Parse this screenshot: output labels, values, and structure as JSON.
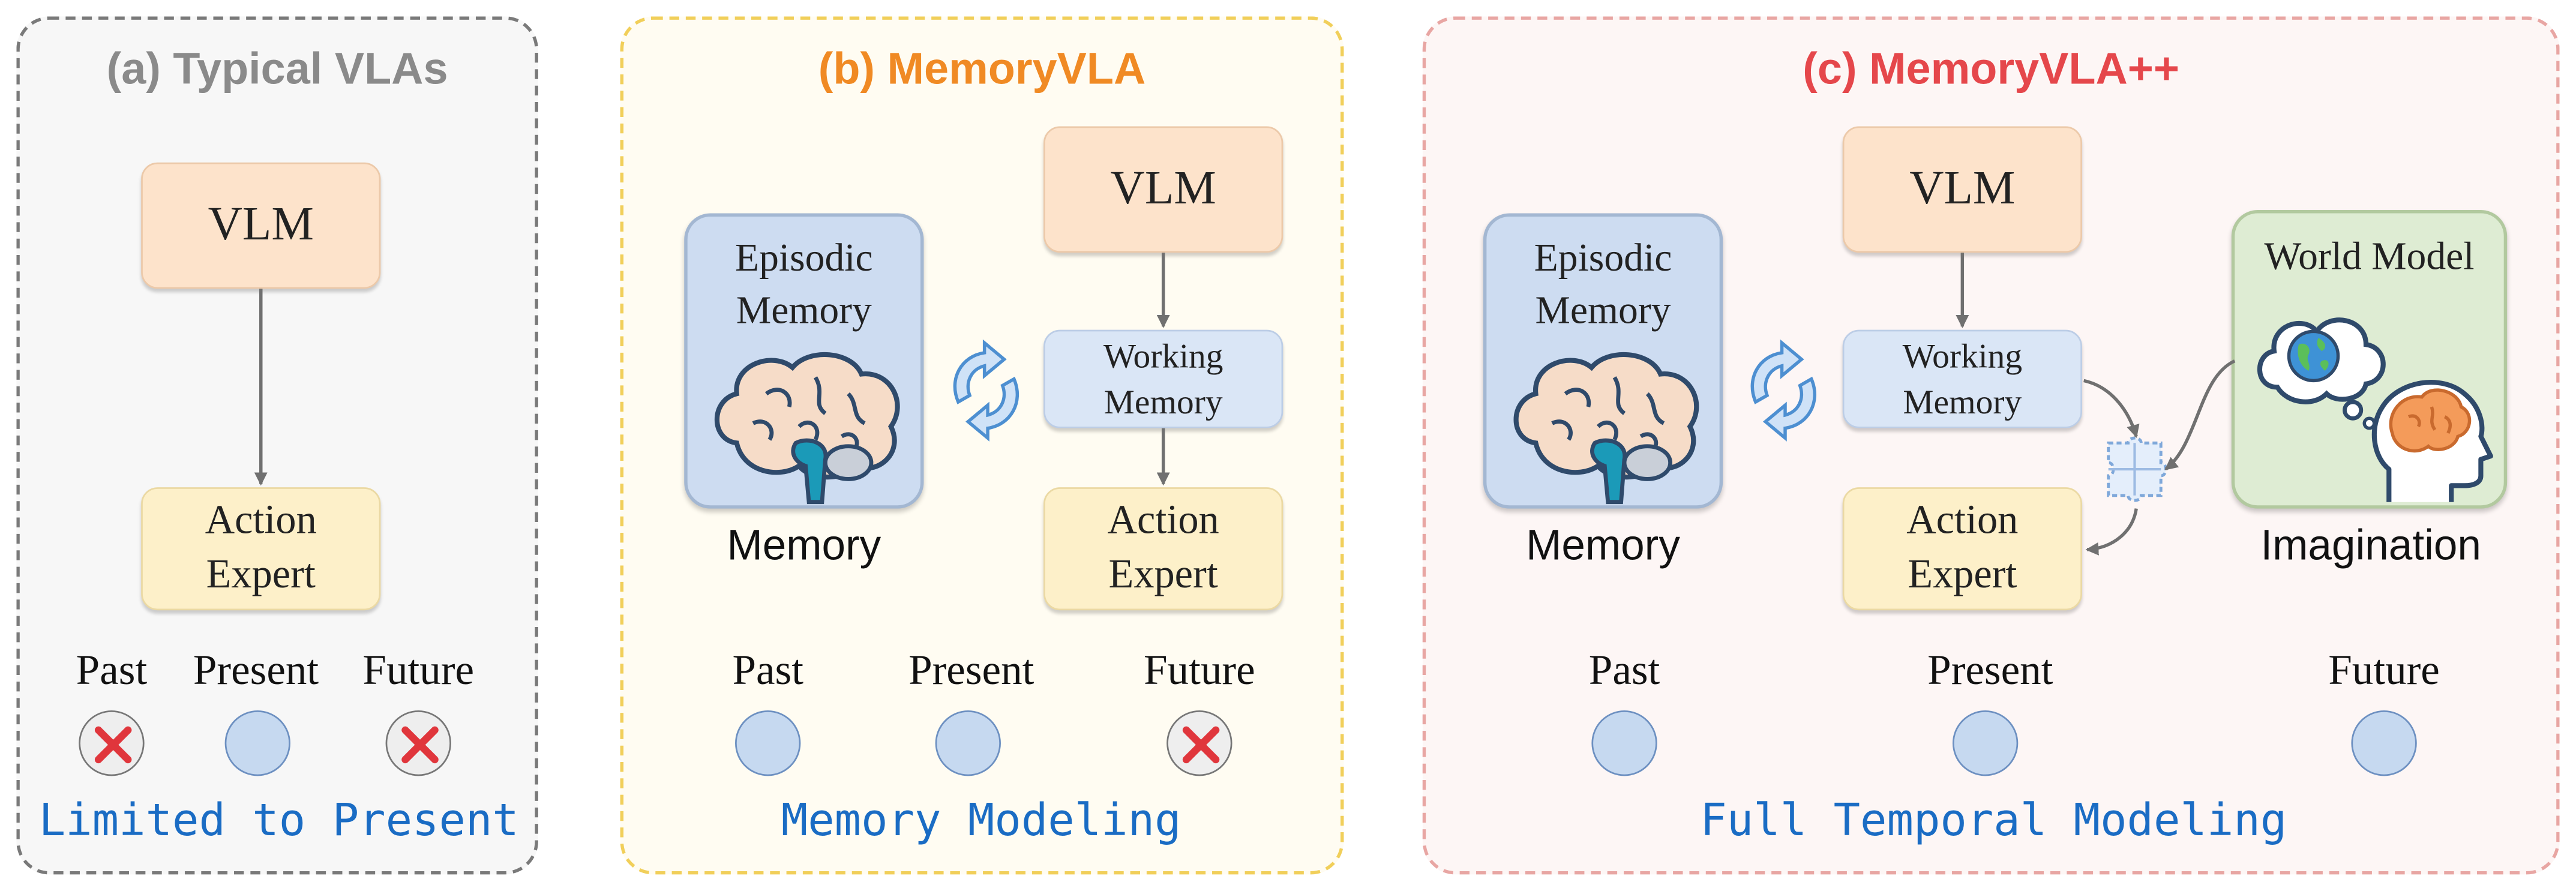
{
  "panels": {
    "a": {
      "title": "(a) Typical VLAs",
      "title_color": "#8a8a8a",
      "border_color": "#7a7a7a",
      "background": "#f7f7f7",
      "vlm_label": "VLM",
      "action_label_line1": "Action",
      "action_label_line2": "Expert",
      "timeline": {
        "past": "Past",
        "present": "Present",
        "future": "Future"
      },
      "footer": "Limited to Present"
    },
    "b": {
      "title": "(b) MemoryVLA",
      "title_color": "#f08a24",
      "border_color": "#f1cf5a",
      "background": "#fffcf2",
      "episodic_line1": "Episodic",
      "episodic_line2": "Memory",
      "memory_caption": "Memory",
      "vlm_label": "VLM",
      "working_line1": "Working",
      "working_line2": "Memory",
      "action_label_line1": "Action",
      "action_label_line2": "Expert",
      "timeline": {
        "past": "Past",
        "present": "Present",
        "future": "Future"
      },
      "footer": "Memory Modeling"
    },
    "c": {
      "title": "(c) MemoryVLA++",
      "title_color": "#e5474b",
      "border_color": "#e8a6a3",
      "background": "#fdf6f5",
      "episodic_line1": "Episodic",
      "episodic_line2": "Memory",
      "memory_caption": "Memory",
      "vlm_label": "VLM",
      "working_line1": "Working",
      "working_line2": "Memory",
      "action_label_line1": "Action",
      "action_label_line2": "Expert",
      "world_model_label": "World Model",
      "imagination_caption": "Imagination",
      "timeline": {
        "past": "Past",
        "present": "Present",
        "future": "Future"
      },
      "footer": "Full Temporal Modeling"
    }
  },
  "colors": {
    "vlm_fill": "#fde3cb",
    "action_fill": "#fdf0c9",
    "working_fill": "#dae6f6",
    "episodic_fill": "#cddcf1",
    "world_fill": "#deecd3",
    "circle_fill": "#c6d9f0",
    "cross_red": "#e0363c",
    "footer_blue": "#1a6cc4"
  },
  "icons": [
    "brain-icon",
    "cycle-arrows-icon",
    "cross-icon",
    "earth-icon",
    "thought-cloud-icon",
    "head-brain-icon",
    "puzzle-icon"
  ]
}
